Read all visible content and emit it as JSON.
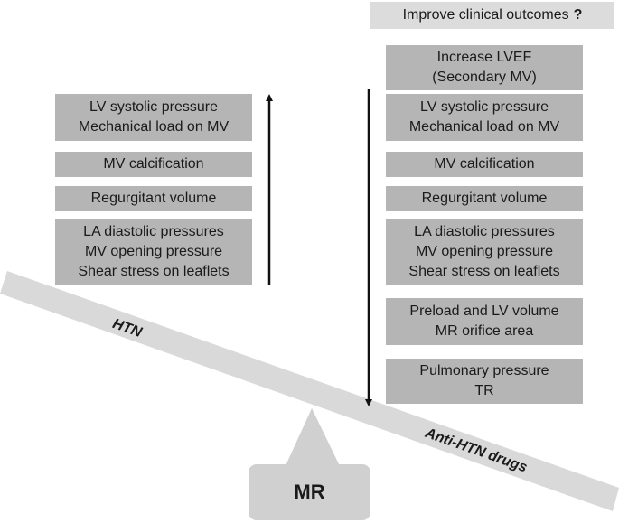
{
  "top_question": {
    "text": "Improve clinical outcomes",
    "mark": "?"
  },
  "left_column": {
    "direction": "increase",
    "items": [
      {
        "lines": [
          "LV systolic pressure",
          "Mechanical load on MV"
        ]
      },
      {
        "lines": [
          "MV calcification"
        ]
      },
      {
        "lines": [
          "Regurgitant volume"
        ]
      },
      {
        "lines": [
          "LA diastolic pressures",
          "MV opening pressure",
          "Shear stress on leaflets"
        ]
      }
    ]
  },
  "right_column": {
    "direction": "decrease",
    "items": [
      {
        "lines": [
          "Increase LVEF",
          "(Secondary MV)"
        ]
      },
      {
        "lines": [
          "LV systolic pressure",
          "Mechanical load on MV"
        ]
      },
      {
        "lines": [
          "MV calcification"
        ]
      },
      {
        "lines": [
          "Regurgitant volume"
        ]
      },
      {
        "lines": [
          "LA diastolic pressures",
          "MV opening pressure",
          "Shear stress on leaflets"
        ]
      },
      {
        "lines": [
          "Preload and LV volume",
          "MR orifice area"
        ]
      },
      {
        "lines": [
          "Pulmonary pressure",
          "TR"
        ]
      }
    ]
  },
  "seesaw": {
    "left_label": "HTN",
    "right_label": "Anti-HTN drugs",
    "fulcrum_label": "MR"
  },
  "colors": {
    "box_fill": "#b5b5b5",
    "top_box_fill": "#dcdcdc",
    "beam_fill": "#d9d9d9",
    "fulcrum_fill": "#d0d0d0",
    "arrow": "#111111"
  }
}
